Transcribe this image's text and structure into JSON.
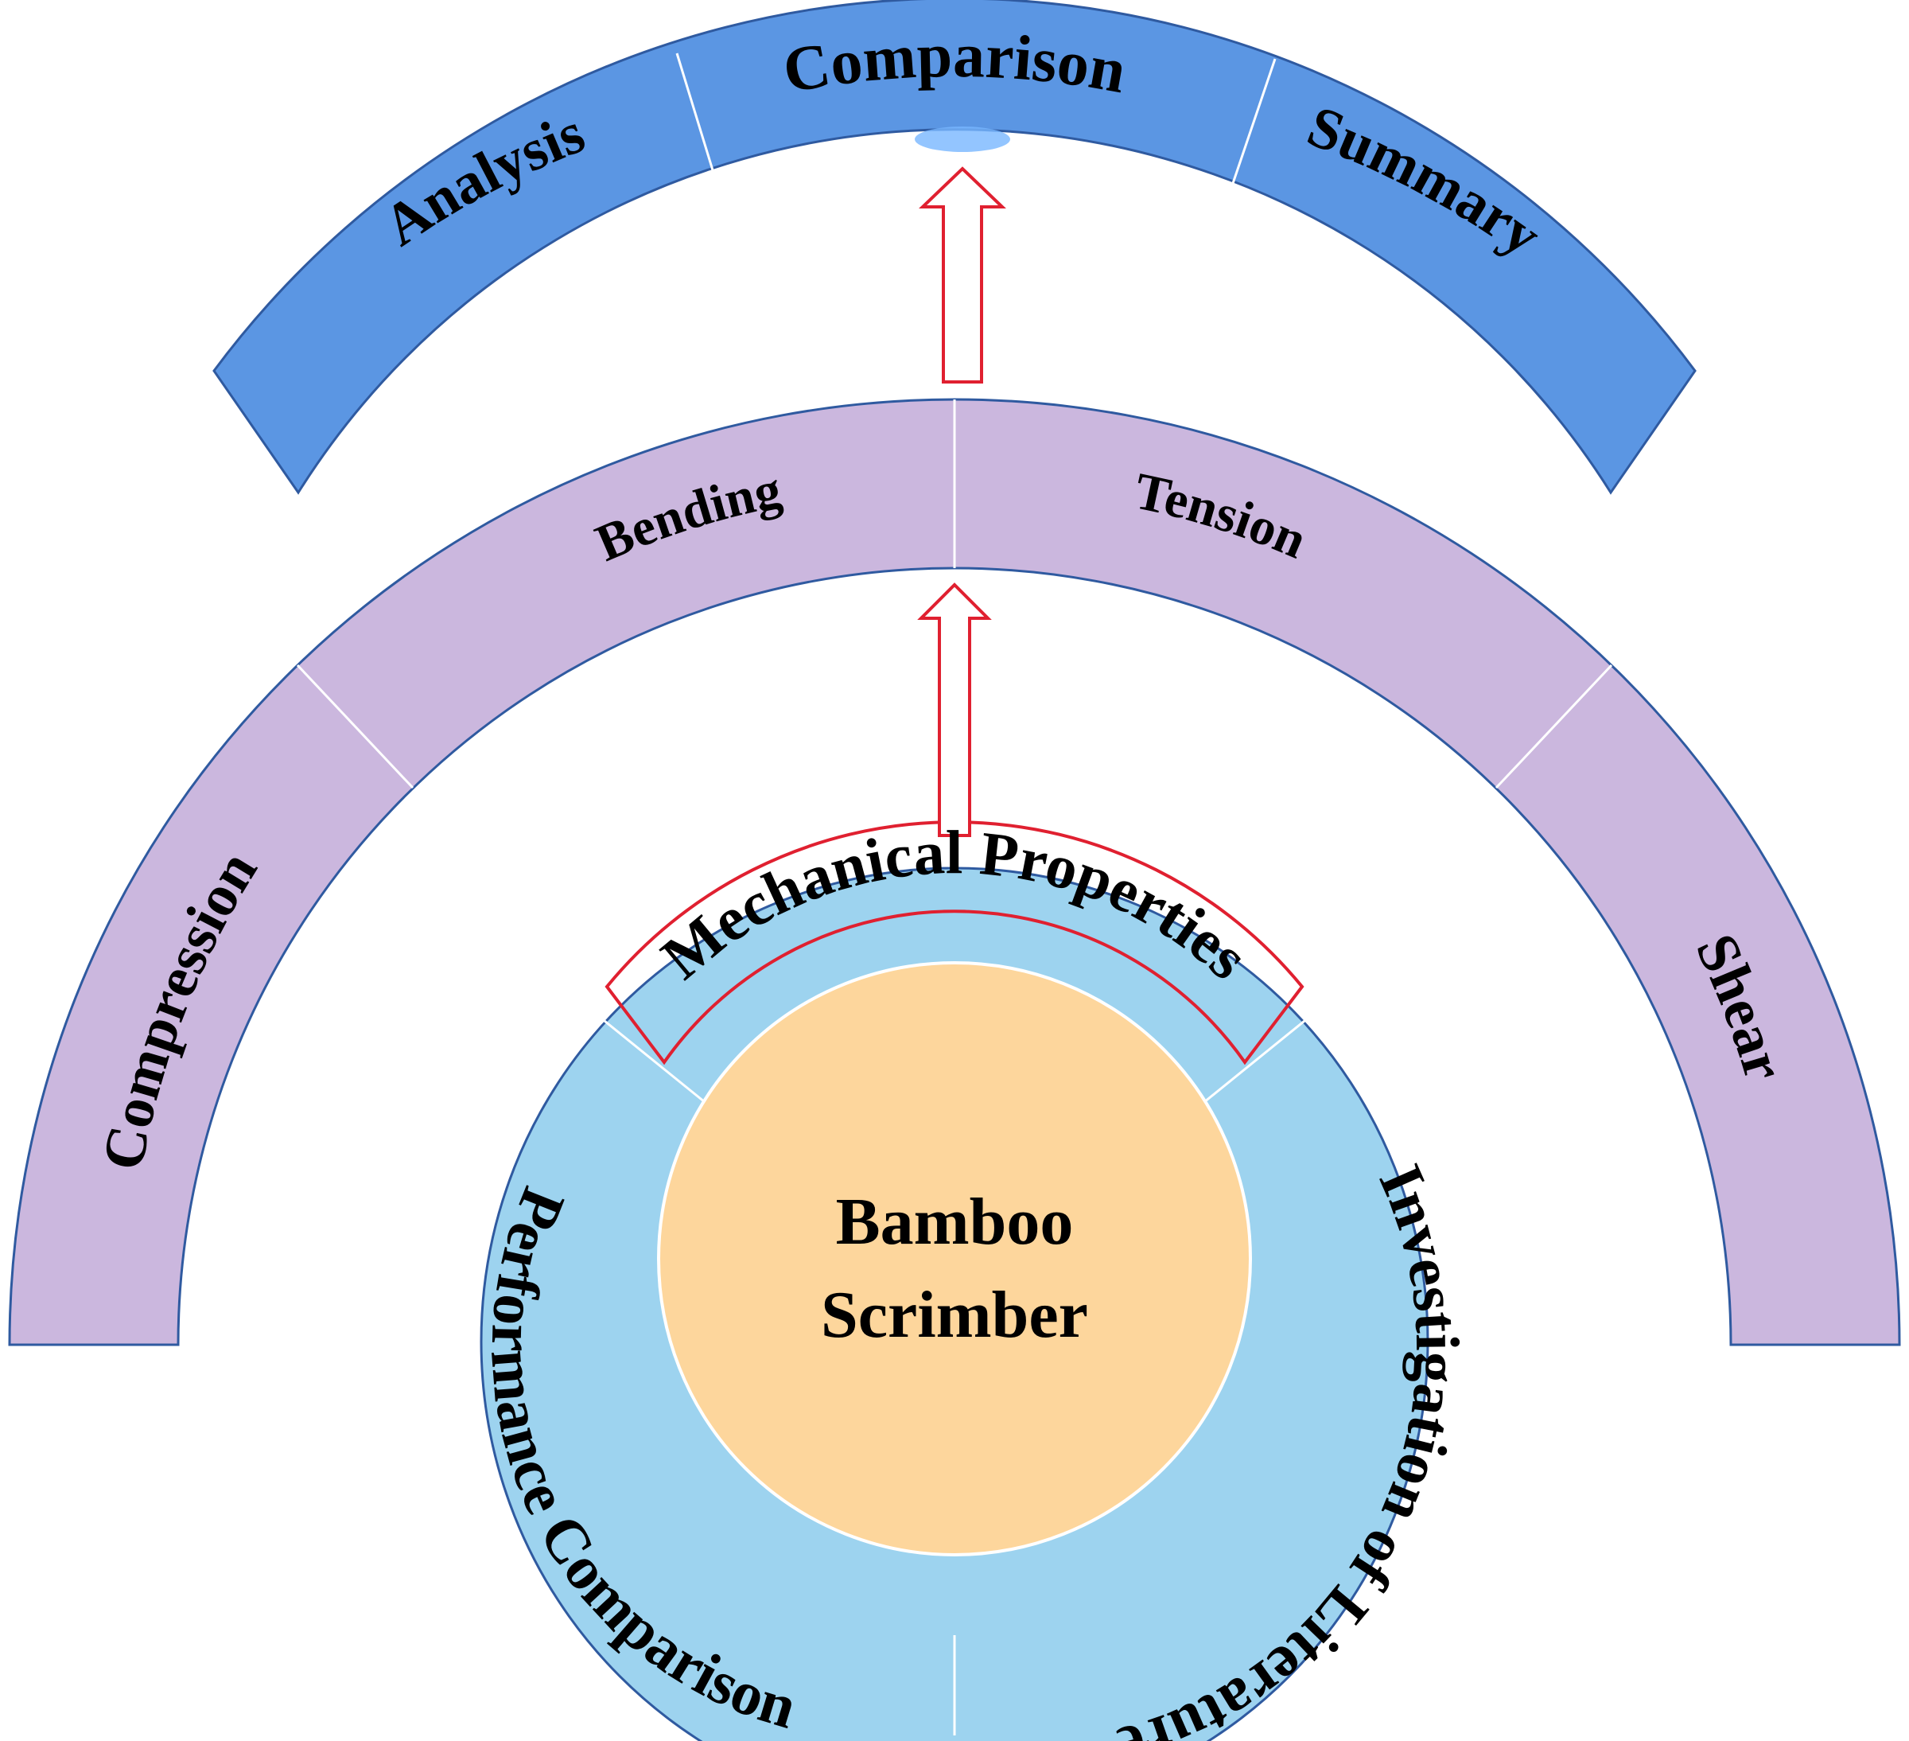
{
  "center": {
    "line1": "Bamboo",
    "line2": "Scrimber"
  },
  "inner_ring": {
    "top": "Mechanical Properties",
    "right": "Investigation of Literature",
    "left": "Performance Comparison"
  },
  "middle_arc": {
    "items": [
      "Compression",
      "Bending",
      "Tension",
      "Shear"
    ]
  },
  "outer_arc": {
    "items": [
      "Analysis",
      "Comparison",
      "Summary"
    ]
  },
  "colors": {
    "outer_fill": "#5b96e3",
    "middle_fill": "#cbb7de",
    "ring_fill": "#9dd3ef",
    "core_fill": "#fdd69c",
    "stroke": "#2f5aa0",
    "highlight": "#e02030"
  }
}
